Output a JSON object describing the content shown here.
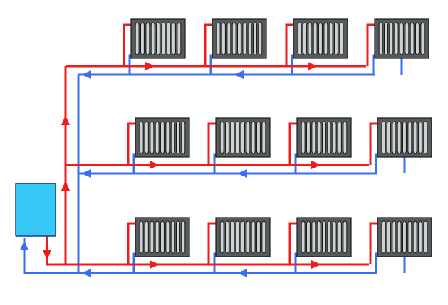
{
  "diagram": {
    "title": "",
    "colors": {
      "supply": "#ee1c1c",
      "return": "#3a6ff0",
      "boiler_fill": "#38c8f5",
      "boiler_stroke": "#1a3a8a",
      "radiator_fill": "#555a5c",
      "radiator_panel": "#cfd2d3",
      "radiator_stroke": "#1a1a1a",
      "background": "#ffffff"
    },
    "floors": [
      {
        "name": "upper",
        "radiator_count": 4
      },
      {
        "name": "middle",
        "radiator_count": 4
      },
      {
        "name": "lower",
        "radiator_count": 4
      }
    ],
    "radiator_sections": 9,
    "boiler": {
      "label": ""
    }
  }
}
